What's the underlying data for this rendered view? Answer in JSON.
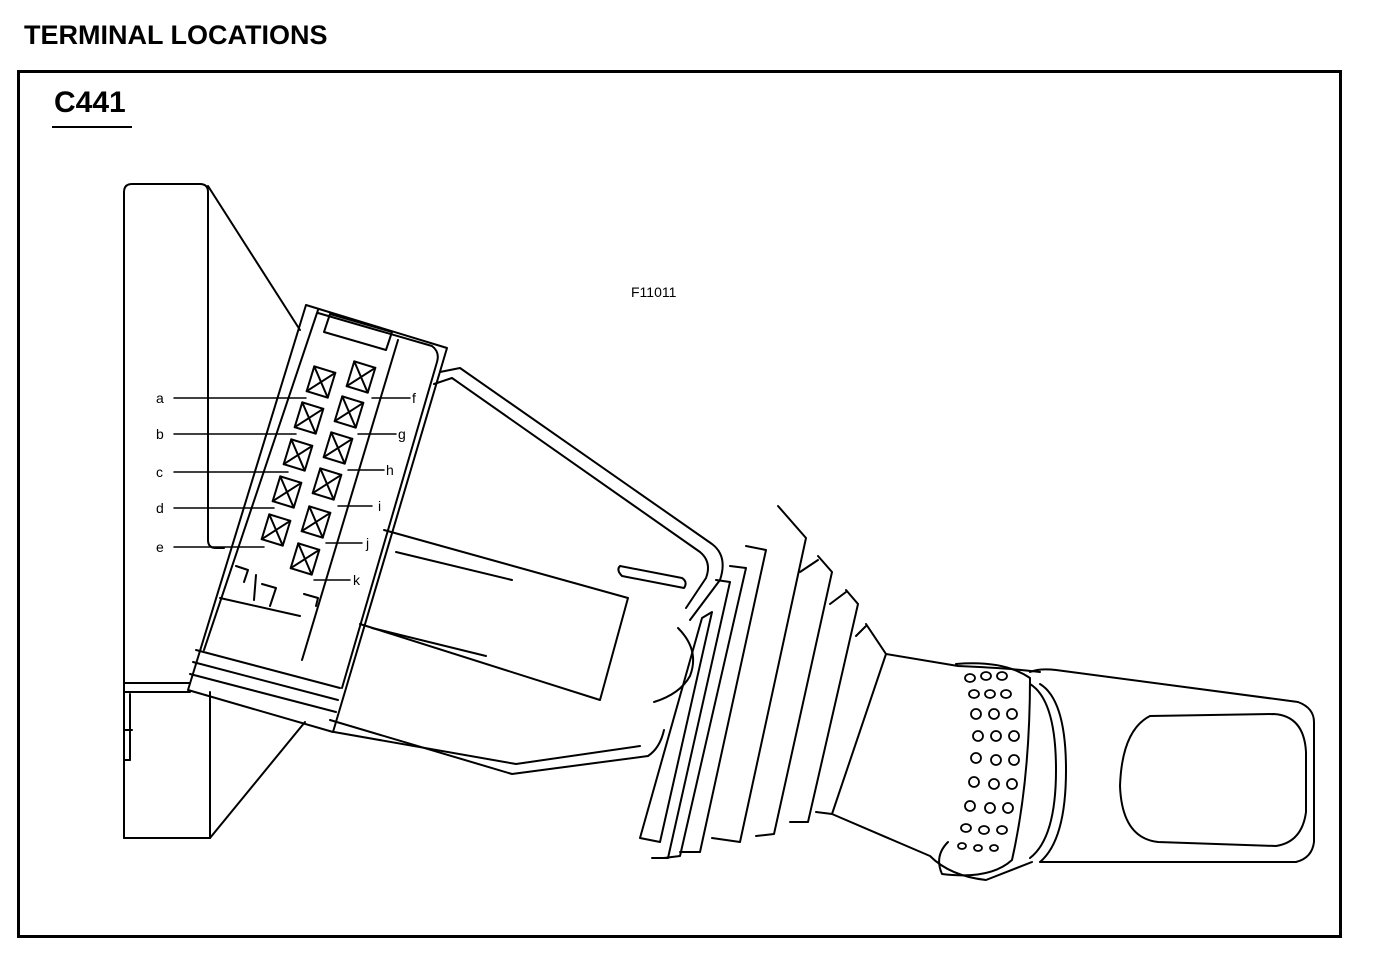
{
  "header": {
    "title": "TERMINAL LOCATIONS"
  },
  "diagram": {
    "connector_id": "C441",
    "figure_code": "F11011",
    "terminal_labels": [
      "a",
      "b",
      "c",
      "d",
      "e",
      "f",
      "g",
      "h",
      "i",
      "j",
      "k"
    ]
  }
}
